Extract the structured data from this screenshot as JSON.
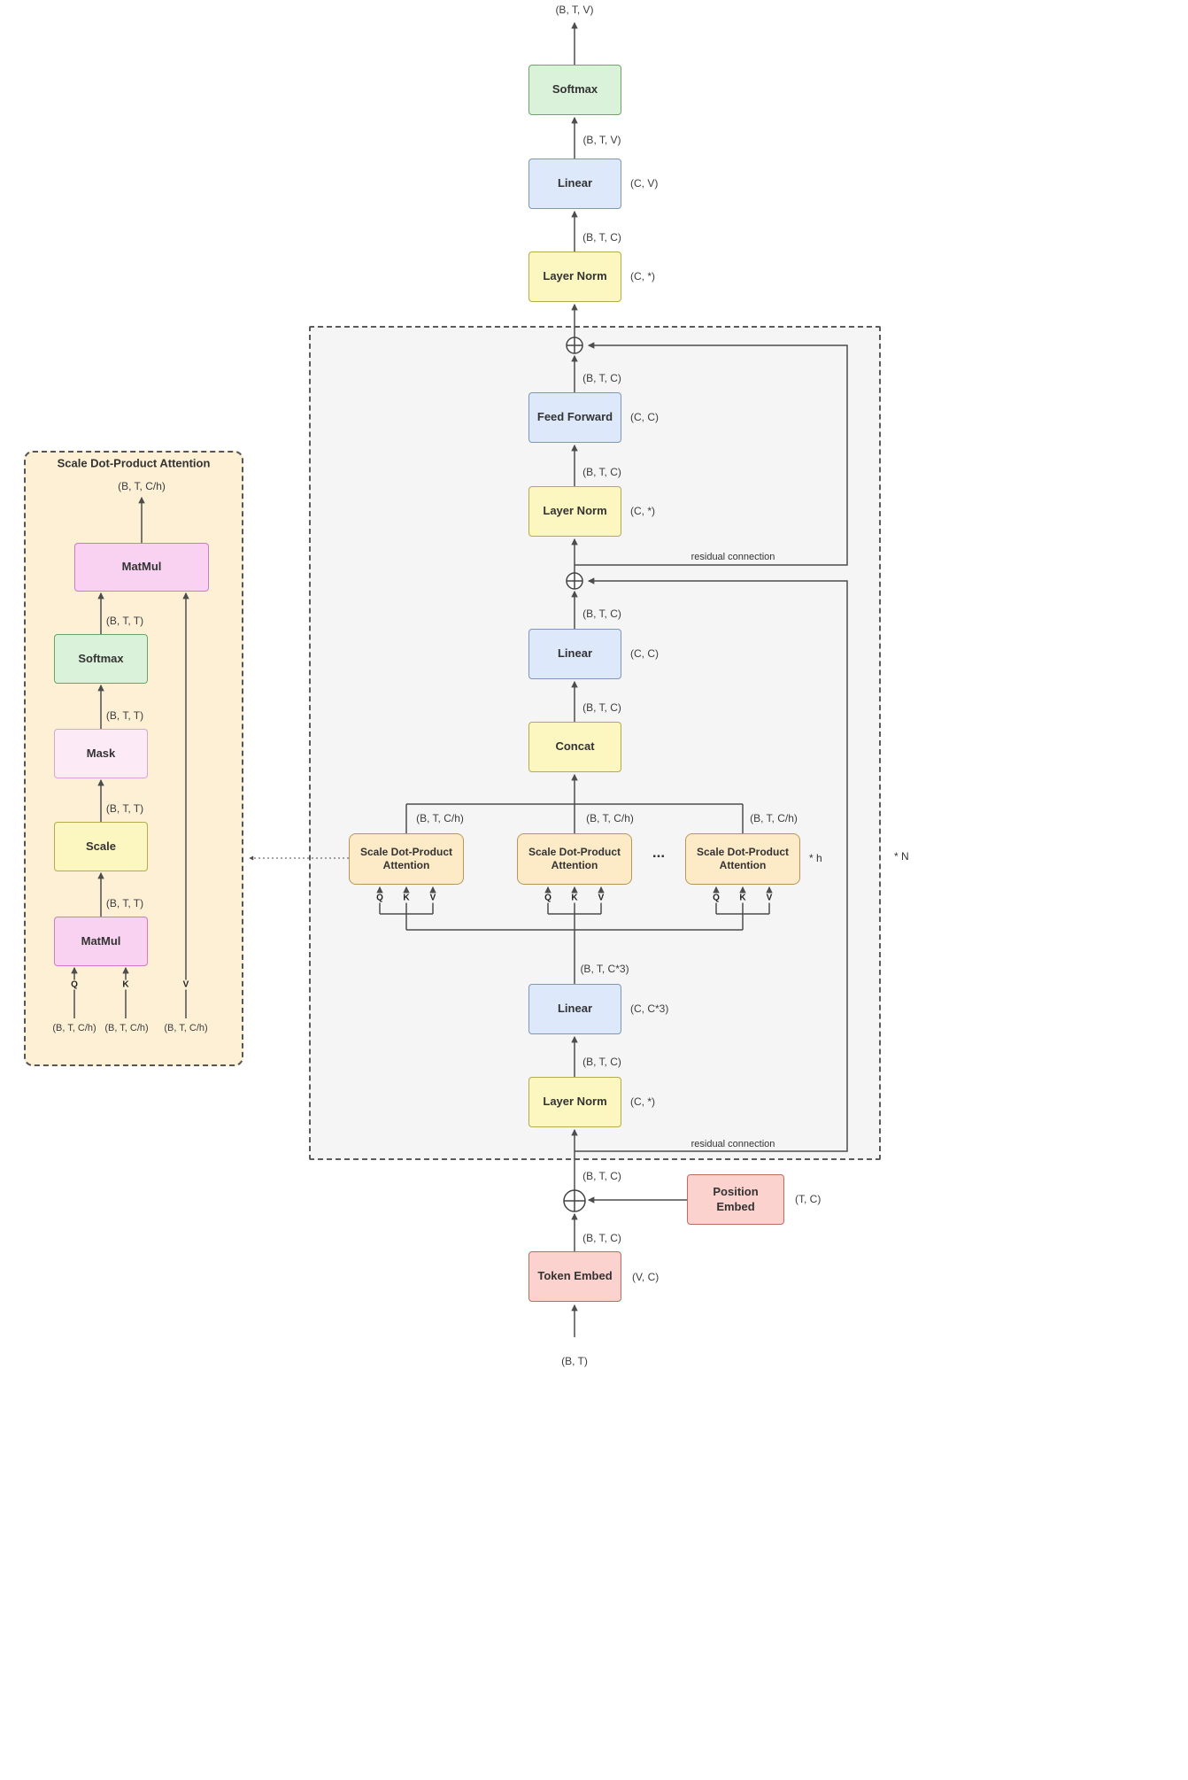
{
  "colors": {
    "green_fill": "#dbf2da",
    "green_stroke": "#68a668",
    "blue_fill": "#dde8fb",
    "blue_stroke": "#7d96ba",
    "yellow_fill": "#fcf7c0",
    "yellow_stroke": "#b5aa4c",
    "magenta_fill": "#fad2f1",
    "magenta_stroke": "#cd7cbe",
    "pink_fill": "#fdeaf7",
    "pink_stroke": "#dda4cc",
    "salmon_fill": "#fbd2ce",
    "salmon_stroke": "#bf6b62",
    "wheat_fill": "#fdebc8",
    "wheat_stroke": "#b6955b",
    "panel_fill": "#fdf0d5",
    "block_fill": "#f5f5f5",
    "line": "#4d4d4d"
  },
  "main": {
    "boxes": {
      "softmax": "Softmax",
      "linear_head": "Linear",
      "layer_norm_final": "Layer Norm",
      "feed_forward": "Feed Forward",
      "layer_norm_2": "Layer Norm",
      "linear_proj": "Linear",
      "concat": "Concat",
      "attention_head": "Scale Dot-Product Attention",
      "linear_qkv": "Linear",
      "layer_norm_1": "Layer Norm",
      "position_embed": "Position Embed",
      "token_embed": "Token Embed"
    },
    "weights": {
      "linear_head": "(C, V)",
      "layer_norm_final": "(C, *)",
      "feed_forward": "(C, C)",
      "layer_norm_2": "(C, *)",
      "linear_proj": "(C, C)",
      "linear_qkv": "(C, C*3)",
      "layer_norm_1": "(C, *)",
      "position_embed": "(T, C)",
      "token_embed": "(V, C)"
    },
    "dims": {
      "softmax_out": "(B, T, V)",
      "softmax_in": "(B, T, V)",
      "linear_head_in": "(B, T, C)",
      "ff_out": "(B, T, C)",
      "ff_in": "(B, T, C)",
      "proj_out": "(B, T, C)",
      "concat_out": "(B, T, C)",
      "head_out_1": "(B, T, C/h)",
      "head_out_2": "(B, T, C/h)",
      "head_out_3": "(B, T, C/h)",
      "qkv_out": "(B, T, C*3)",
      "ln1_out": "(B, T, C)",
      "embed_sum": "(B, T, C)",
      "token_embed_out": "(B, T, C)",
      "input": "(B, T)"
    },
    "annotations": {
      "residual_upper": "residual connection",
      "residual_lower": "residual connection",
      "ellipsis": "...",
      "heads_multiplier": "* h",
      "block_multiplier": "* N"
    },
    "qkv": {
      "q": "Q",
      "k": "K",
      "v": "V"
    }
  },
  "panel": {
    "title": "Scale Dot-Product Attention",
    "boxes": {
      "matmul_top": "MatMul",
      "softmax": "Softmax",
      "mask": "Mask",
      "scale": "Scale",
      "matmul_bottom": "MatMul"
    },
    "dims": {
      "out": "(B, T, C/h)",
      "softmax_out": "(B, T, T)",
      "mask_out": "(B, T, T)",
      "scale_out": "(B, T, T)",
      "matmul_out": "(B, T, T)",
      "q_in": "(B, T, C/h)",
      "k_in": "(B, T, C/h)",
      "v_in": "(B, T, C/h)"
    },
    "qkv": {
      "q": "Q",
      "k": "K",
      "v": "V"
    }
  }
}
